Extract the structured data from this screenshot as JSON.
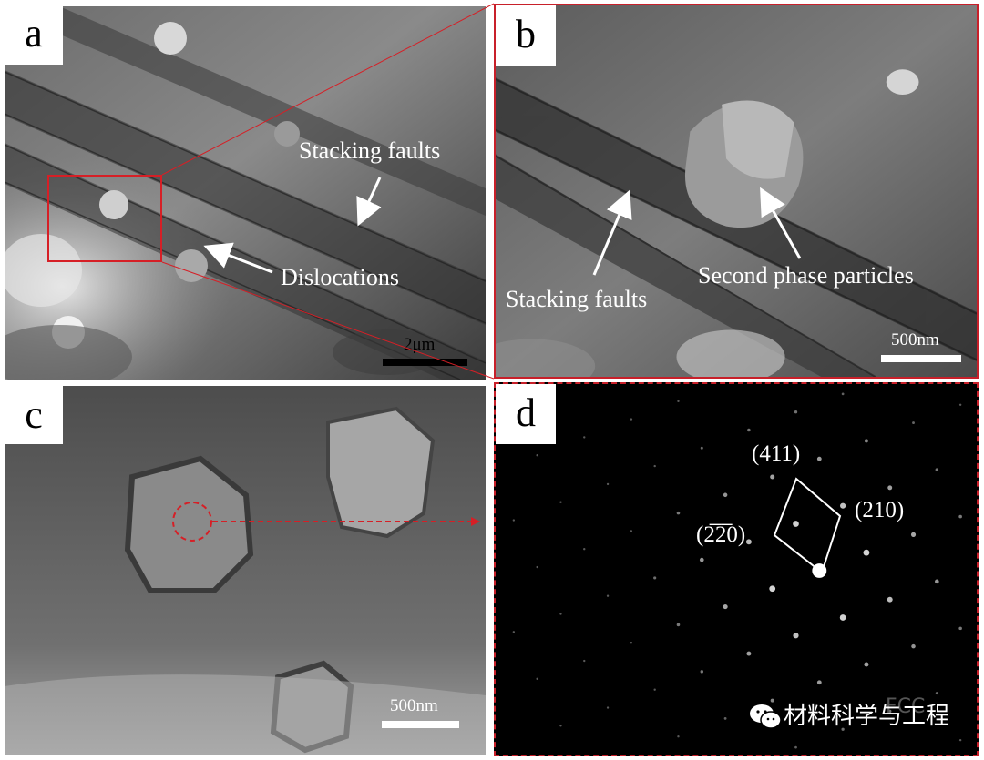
{
  "panels": {
    "a": {
      "letter": "a",
      "labels": {
        "stacking": "Stacking faults",
        "dislocations": "Dislocations"
      },
      "scale": "2μm"
    },
    "b": {
      "letter": "b",
      "labels": {
        "stacking": "Stacking faults",
        "particles": "Second phase particles"
      },
      "scale": "500nm"
    },
    "c": {
      "letter": "c",
      "scale": "500nm"
    },
    "d": {
      "letter": "d",
      "indices": {
        "i411": "(411)",
        "i210": "(210)",
        "i220": "(2̅2̅0)"
      }
    }
  },
  "watermark": {
    "text": "材料科学与工程",
    "faint": "FCC",
    "icon": "wechat-icon"
  },
  "colors": {
    "highlight": "#d61f26",
    "frame": "#c8202a",
    "diffraction_bg": "#000000"
  }
}
